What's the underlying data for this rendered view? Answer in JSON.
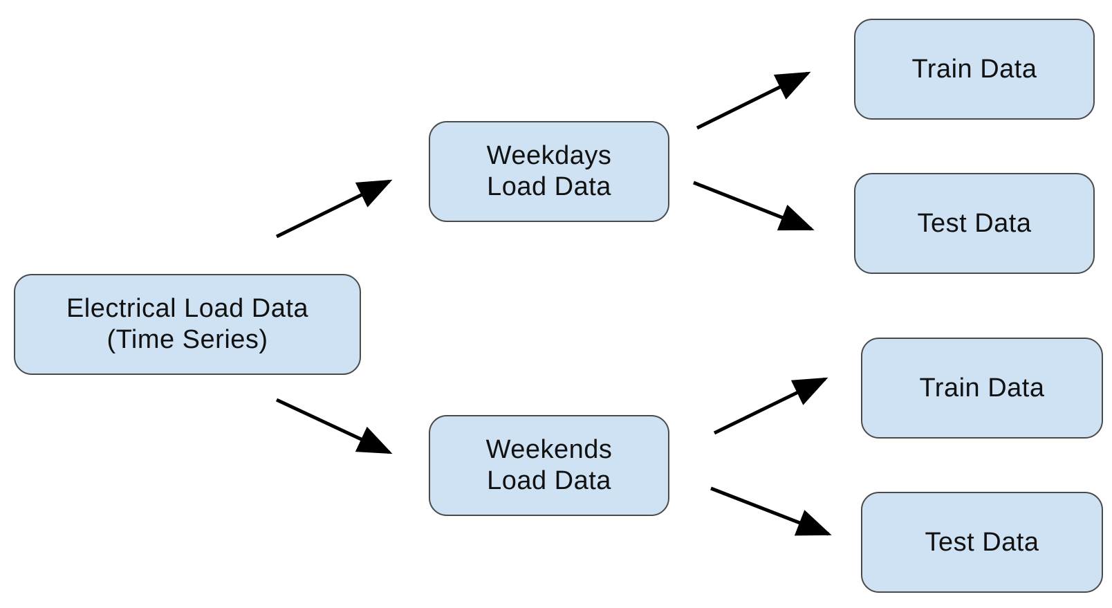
{
  "colors": {
    "node_fill": "#cfe2f3",
    "node_border": "#4a4a4a",
    "arrow": "#000000",
    "text": "#111111"
  },
  "nodes": {
    "root": {
      "line1": "Electrical Load Data",
      "line2": "(Time Series)"
    },
    "weekdays": {
      "line1": "Weekdays",
      "line2": "Load Data"
    },
    "weekends": {
      "line1": "Weekends",
      "line2": "Load Data"
    },
    "weekdays_train": {
      "label": "Train Data"
    },
    "weekdays_test": {
      "label": "Test Data"
    },
    "weekends_train": {
      "label": "Train Data"
    },
    "weekends_test": {
      "label": "Test Data"
    }
  },
  "edges": [
    {
      "from": "root",
      "to": "weekdays"
    },
    {
      "from": "root",
      "to": "weekends"
    },
    {
      "from": "weekdays",
      "to": "weekdays_train"
    },
    {
      "from": "weekdays",
      "to": "weekdays_test"
    },
    {
      "from": "weekends",
      "to": "weekends_train"
    },
    {
      "from": "weekends",
      "to": "weekends_test"
    }
  ]
}
